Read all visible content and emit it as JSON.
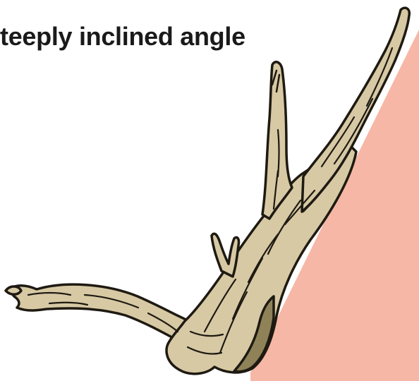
{
  "caption": "teeply inclined angle",
  "colors": {
    "slope": "#f7b7a6",
    "wood_light": "#d7c9a4",
    "wood_shadow": "#8f8258",
    "outline": "#1e1a12"
  },
  "icons": {
    "slope": "inclined-slope-shape",
    "driftwood": "driftwood-branch-illustration"
  }
}
